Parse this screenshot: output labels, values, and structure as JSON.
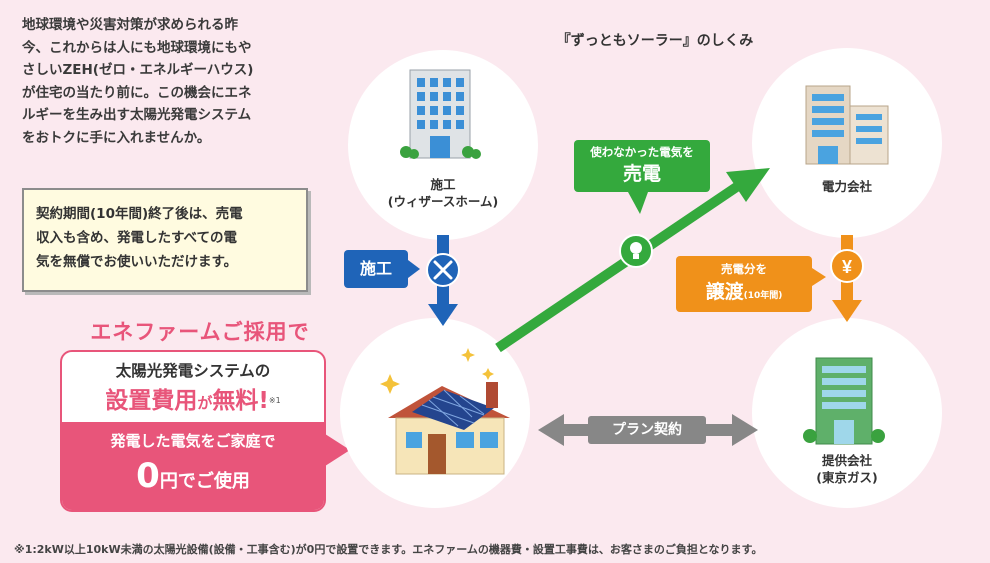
{
  "intro_lines": [
    "地球環境や災害対策が求められる昨",
    "今、これからは人にも地球環境にもや",
    "さしいZEH(ゼロ・エネルギーハウス)",
    "が住宅の当たり前に。この機会にエネ",
    "ルギーを生み出す太陽光発電システム",
    "をおトクに手に入れませんか。"
  ],
  "note_lines": [
    "契約期間(10年間)終了後は、売電",
    "収入も含め、発電したすべての電",
    "気を無償でお使いいただけます。"
  ],
  "promo": {
    "heading": "エネファームご採用で",
    "line1": "太陽光発電システムの",
    "big1": "設置費用",
    "small1": "が",
    "big2": "無料!",
    "note_mark": "※1",
    "bottom_line": "発電した電気をご家庭で",
    "zero": "0",
    "rest": "円でご使用"
  },
  "scheme": {
    "title": "『ずっともソーラー』のしくみ",
    "nodes": {
      "builder": {
        "line1": "施工",
        "line2": "(ウィザースホーム)"
      },
      "power_company": {
        "line1": "電力会社"
      },
      "provider": {
        "line1": "提供会社",
        "line2": "(東京ガス)"
      }
    },
    "tags": {
      "construction": "施工",
      "sell_small": "使わなかった電気を",
      "sell_big": "売電",
      "transfer_small": "売電分を",
      "transfer_big": "譲渡",
      "transfer_note": "(10年間)",
      "plan": "プラン契約"
    },
    "icons": [
      "office-building-icon",
      "power-company-building-icon",
      "provider-building-icon",
      "house-solar-icon",
      "tools-icon",
      "lightbulb-icon",
      "yen-icon"
    ]
  },
  "colors": {
    "background": "#fbe9ef",
    "pink": "#e8557a",
    "blue": "#1f64b8",
    "green": "#34a93d",
    "orange": "#f0911a",
    "gray": "#878787"
  },
  "footnote": "※1:2kW以上10kW未満の太陽光設備(設備・工事含む)が0円で設置できます。エネファームの機器費・設置工事費は、お客さまのご負担となります。"
}
